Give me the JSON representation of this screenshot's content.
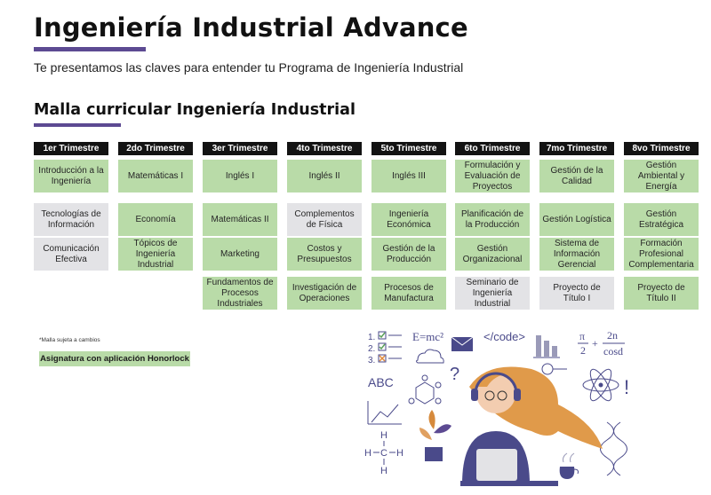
{
  "title": "Ingeniería Industrial Advance",
  "subtitle": "Te presentamos las claves para entender tu Programa de Ingeniería Industrial",
  "section_title": "Malla curricular Ingeniería Industrial",
  "colors": {
    "accent": "#5c4a92",
    "honorlock": "#b9dba8",
    "standard": "#e3e3e6",
    "header": "#131313"
  },
  "columns": [
    {
      "header": "1er Trimestre",
      "cells": [
        {
          "text": "Introducción a la Ingeniería",
          "type": "green"
        },
        {
          "text": "Tecnologías de Información",
          "type": "gray"
        },
        {
          "text": "Comunicación Efectiva",
          "type": "gray"
        }
      ]
    },
    {
      "header": "2do Trimestre",
      "cells": [
        {
          "text": "Matemáticas I",
          "type": "green"
        },
        {
          "text": "Economía",
          "type": "green"
        },
        {
          "text": "Tópicos de Ingeniería Industrial",
          "type": "green"
        }
      ]
    },
    {
      "header": "3er Trimestre",
      "cells": [
        {
          "text": "Inglés I",
          "type": "green"
        },
        {
          "text": "Matemáticas II",
          "type": "green"
        },
        {
          "text": "Marketing",
          "type": "green"
        },
        {
          "text": "Fundamentos de Procesos Industriales",
          "type": "green"
        }
      ]
    },
    {
      "header": "4to Trimestre",
      "cells": [
        {
          "text": "Inglés II",
          "type": "green"
        },
        {
          "text": "Complementos de Física",
          "type": "gray"
        },
        {
          "text": "Costos y Presupuestos",
          "type": "green"
        },
        {
          "text": "Investigación de Operaciones",
          "type": "green"
        }
      ]
    },
    {
      "header": "5to Trimestre",
      "cells": [
        {
          "text": "Inglés III",
          "type": "green"
        },
        {
          "text": "Ingeniería Económica",
          "type": "green"
        },
        {
          "text": "Gestión de la Producción",
          "type": "green"
        },
        {
          "text": "Procesos de Manufactura",
          "type": "green"
        }
      ]
    },
    {
      "header": "6to Trimestre",
      "cells": [
        {
          "text": "Formulación y Evaluación de Proyectos",
          "type": "green"
        },
        {
          "text": "Planificación de la Producción",
          "type": "green"
        },
        {
          "text": "Gestión Organizacional",
          "type": "green"
        },
        {
          "text": "Seminario de Ingeniería Industrial",
          "type": "gray"
        }
      ]
    },
    {
      "header": "7mo Trimestre",
      "cells": [
        {
          "text": "Gestión de la Calidad",
          "type": "green"
        },
        {
          "text": "Gestión Logística",
          "type": "green"
        },
        {
          "text": "Sistema de Información Gerencial",
          "type": "green"
        },
        {
          "text": "Proyecto de Título I",
          "type": "gray"
        }
      ]
    },
    {
      "header": "8vo Trimestre",
      "cells": [
        {
          "text": "Gestión Ambiental y Energía",
          "type": "green"
        },
        {
          "text": "Gestión Estratégica",
          "type": "green"
        },
        {
          "text": "Formación Profesional Complementaria",
          "type": "green"
        },
        {
          "text": "Proyecto de Título II",
          "type": "green"
        }
      ]
    }
  ],
  "note": "*Malla sujeta a cambios",
  "legend_label": "Asignatura con aplicación Honorlock",
  "illustration": {
    "checklist": [
      "1.",
      "2.",
      "3."
    ],
    "formula_emc2": "E=mc²",
    "code_tag": "</code>",
    "abc": "ABC",
    "pi": "π",
    "two": "2",
    "plus": "+",
    "two_n": "2n",
    "cos_d": "cosd",
    "question": "?",
    "exclaim": "!",
    "molecule_h": "H",
    "molecule_c": "C"
  }
}
